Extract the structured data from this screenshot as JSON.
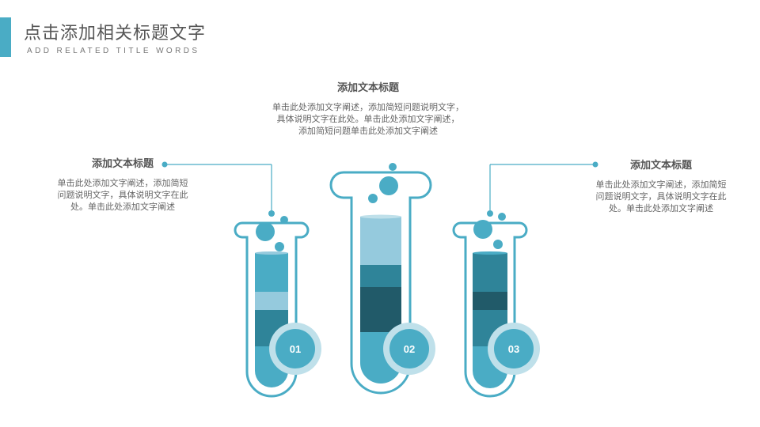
{
  "header": {
    "title": "点击添加相关标题文字",
    "subtitle": "ADD RELATED TITLE WORDS"
  },
  "center": {
    "heading": "添加文本标题",
    "lines": [
      "单击此处添加文字阐述，添加简短问题说明文字，",
      "具体说明文字在此处。单击此处添加文字阐述，",
      "添加简短问题单击此处添加文字阐述"
    ]
  },
  "left": {
    "heading": "添加文本标题",
    "lines": [
      "单击此处添加文字阐述，添加简短",
      "问题说明文字，具体说明文字在此",
      "处。单击此处添加文字阐述"
    ]
  },
  "right": {
    "heading": "添加文本标题",
    "lines": [
      "单击此处添加文字阐述，添加简短",
      "问题说明文字，具体说明文字在此",
      "处。单击此处添加文字阐述"
    ]
  },
  "tubes": [
    {
      "number": "01"
    },
    {
      "number": "02"
    },
    {
      "number": "03"
    }
  ],
  "colors": {
    "accent": "#4aacc5",
    "light": "#95cadd",
    "mid": "#2f8499",
    "dark": "#215a69",
    "ring": "#bfe0ea"
  }
}
